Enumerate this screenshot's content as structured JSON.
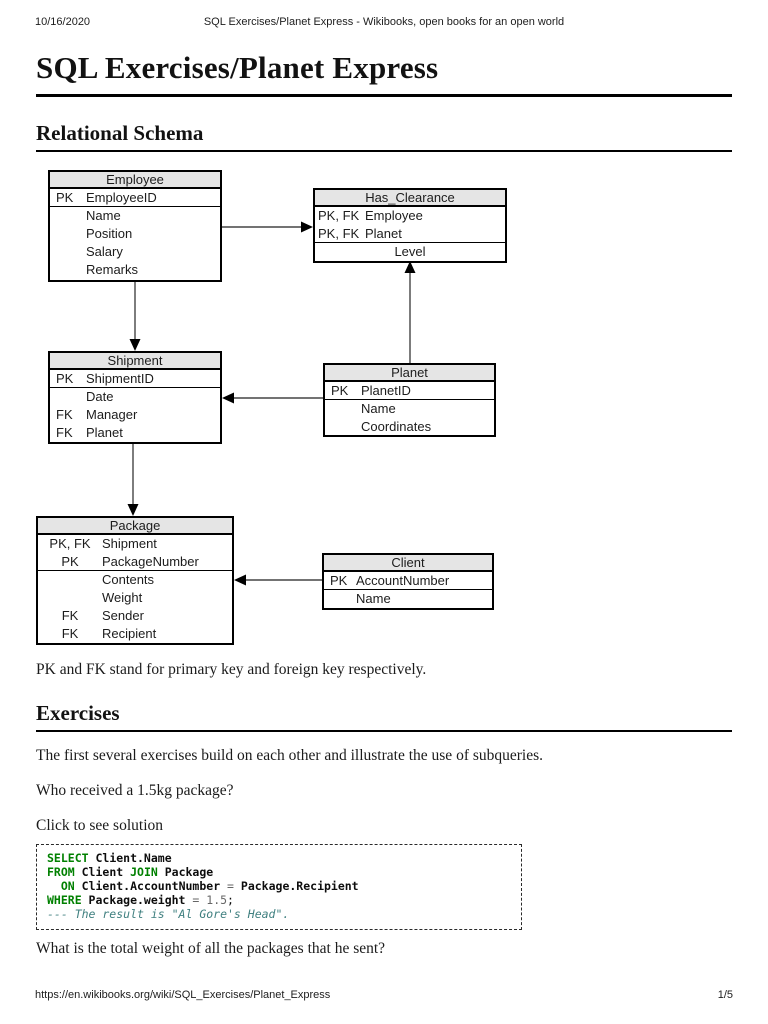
{
  "print_header": {
    "date": "10/16/2020",
    "title": "SQL Exercises/Planet Express - Wikibooks, open books for an open world"
  },
  "page_title": "SQL Exercises/Planet Express",
  "schema": {
    "heading": "Relational Schema",
    "note": "PK and FK stand for primary key and foreign key respectively.",
    "tables": {
      "employee": {
        "title": "Employee",
        "rows": [
          {
            "k": "PK",
            "n": "EmployeeID"
          },
          {
            "k": "",
            "n": "Name"
          },
          {
            "k": "",
            "n": "Position"
          },
          {
            "k": "",
            "n": "Salary"
          },
          {
            "k": "",
            "n": "Remarks"
          }
        ]
      },
      "has_clearance": {
        "title": "Has_Clearance",
        "rows": [
          {
            "k": "PK, FK",
            "n": "Employee"
          },
          {
            "k": "PK, FK",
            "n": "Planet"
          }
        ],
        "last": "Level"
      },
      "shipment": {
        "title": "Shipment",
        "rows": [
          {
            "k": "PK",
            "n": "ShipmentID"
          },
          {
            "k": "",
            "n": "Date"
          },
          {
            "k": "FK",
            "n": "Manager"
          },
          {
            "k": "FK",
            "n": "Planet"
          }
        ]
      },
      "planet": {
        "title": "Planet",
        "rows": [
          {
            "k": "PK",
            "n": "PlanetID"
          },
          {
            "k": "",
            "n": "Name"
          },
          {
            "k": "",
            "n": "Coordinates"
          }
        ]
      },
      "package": {
        "title": "Package",
        "rows": [
          {
            "k": "PK, FK",
            "n": "Shipment"
          },
          {
            "k": "PK",
            "n": "PackageNumber"
          },
          {
            "k": "",
            "n": "Contents"
          },
          {
            "k": "",
            "n": "Weight"
          },
          {
            "k": "FK",
            "n": "Sender"
          },
          {
            "k": "FK",
            "n": "Recipient"
          }
        ]
      },
      "client": {
        "title": "Client",
        "rows": [
          {
            "k": "PK",
            "n": "AccountNumber"
          },
          {
            "k": "",
            "n": "Name"
          }
        ]
      }
    }
  },
  "exercises": {
    "heading": "Exercises",
    "intro": "The first several exercises build on each other and illustrate the use of subqueries.",
    "question1": "Who received a 1.5kg package?",
    "solution_toggle": "Click to see solution",
    "question2": "What is the total weight of all the packages that he sent?"
  },
  "sql": {
    "l1": {
      "a": "SELECT",
      "b": " Client.Name"
    },
    "l2": {
      "a": "FROM",
      "b": " Client ",
      "c": "JOIN",
      "d": " Package"
    },
    "l3": {
      "a": "  ",
      "b": "ON",
      "c": " Client.AccountNumber ",
      "d": "=",
      "e": " Package.Recipient"
    },
    "l4": {
      "a": "WHERE",
      "b": " Package.weight ",
      "c": "=",
      "d": " 1.5",
      "e": ";"
    },
    "l5": {
      "a": "--- The result is \"Al Gore's Head\"."
    }
  },
  "footer": {
    "url": "https://en.wikibooks.org/wiki/SQL_Exercises/Planet_Express",
    "page_indicator": "1/5"
  },
  "colors": {
    "keyword_green": "#008000",
    "comment_teal": "#408080",
    "table_header_gray": "#e5e5e5"
  }
}
